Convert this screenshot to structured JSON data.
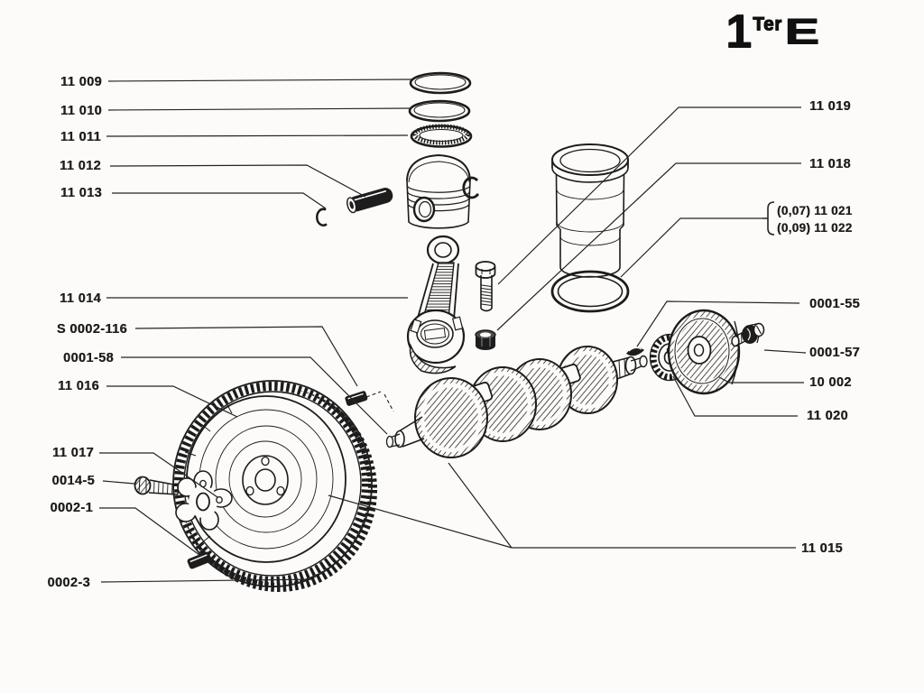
{
  "plate_title": {
    "number": "1",
    "suffix": "Ter",
    "series": "E"
  },
  "labels_left": [
    "11 009",
    "11 010",
    "11 011",
    "11 012",
    "11 013",
    "11 014",
    "S 0002-116",
    "0001-58",
    "11 016",
    "11 017",
    "0014-5",
    "0002-1",
    "0002-3"
  ],
  "labels_right": [
    "11 019",
    "11 018",
    "0001-55",
    "0001-57",
    "10 002",
    "11 020",
    "11 015"
  ],
  "shim_callout": {
    "row1": "(0,07) 11 021",
    "row2": "(0,09) 11 022"
  }
}
